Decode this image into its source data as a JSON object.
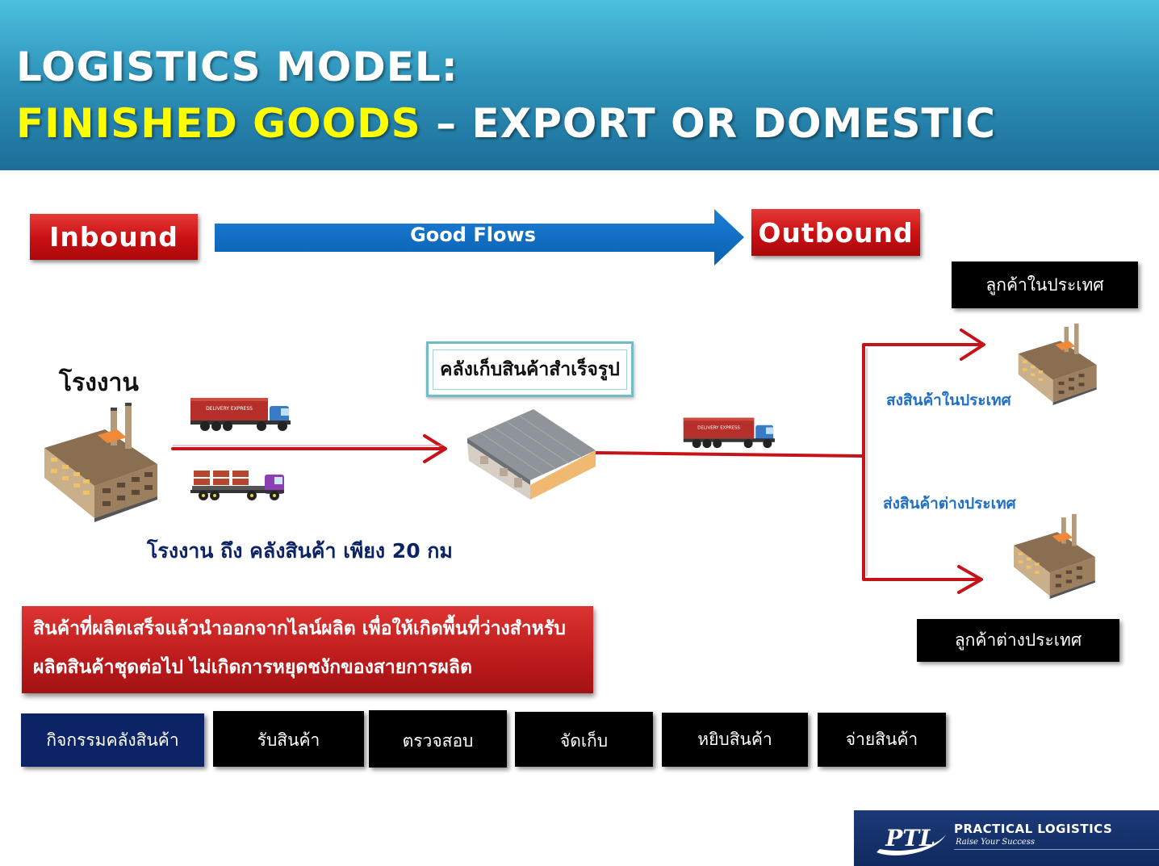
{
  "header": {
    "title_line1": "LOGISTICS MODEL:",
    "title_highlight": "FINISHED GOODS",
    "title_rest": " – EXPORT OR DOMESTIC"
  },
  "flow": {
    "inbound_label": "Inbound",
    "arrow_label": "Good Flows",
    "outbound_label": "Outbound"
  },
  "nodes": {
    "factory_label": "โรงงาน",
    "warehouse_label": "คลังเก็บสินค้าสำเร็จรูป",
    "distance_text": "โรงงาน ถึง คลังสินค้า เพียง 20 กม",
    "domestic_customer": "ลูกค้าในประเทศ",
    "foreign_customer": "ลูกค้าต่างประเทศ",
    "domestic_ship": "สงสินค้าในประเทศ",
    "export_ship": "ส่งสินค้าต่างประเทศ"
  },
  "truck_text": "DELIVERY EXPRESS",
  "note": {
    "line1": "สินค้าที่ผลิตเสร็จแล้วนำออกจากไลน์ผลิต เพื่อให้เกิดพื้นที่ว่างสำหรับ",
    "line2": "ผลิตสินค้าชุดต่อไป ไม่เกิดการหยุดชงักของสายการผลิต"
  },
  "activities": {
    "heading": "กิจกรรมคลังสินค้า",
    "items": [
      "รับสินค้า",
      "ตรวจสอบ",
      "จัดเก็บ",
      "หยิบสินค้า",
      "จ่ายสินค้า"
    ]
  },
  "logo": {
    "mark": "PTL",
    "name": "PRACTICAL LOGISTICS",
    "tagline": "Raise Your Success"
  },
  "colors": {
    "red": "#c90f12",
    "blue_arrow": "#0f6cc4",
    "navy": "#0c2466",
    "flow_line": "#c4141a"
  }
}
